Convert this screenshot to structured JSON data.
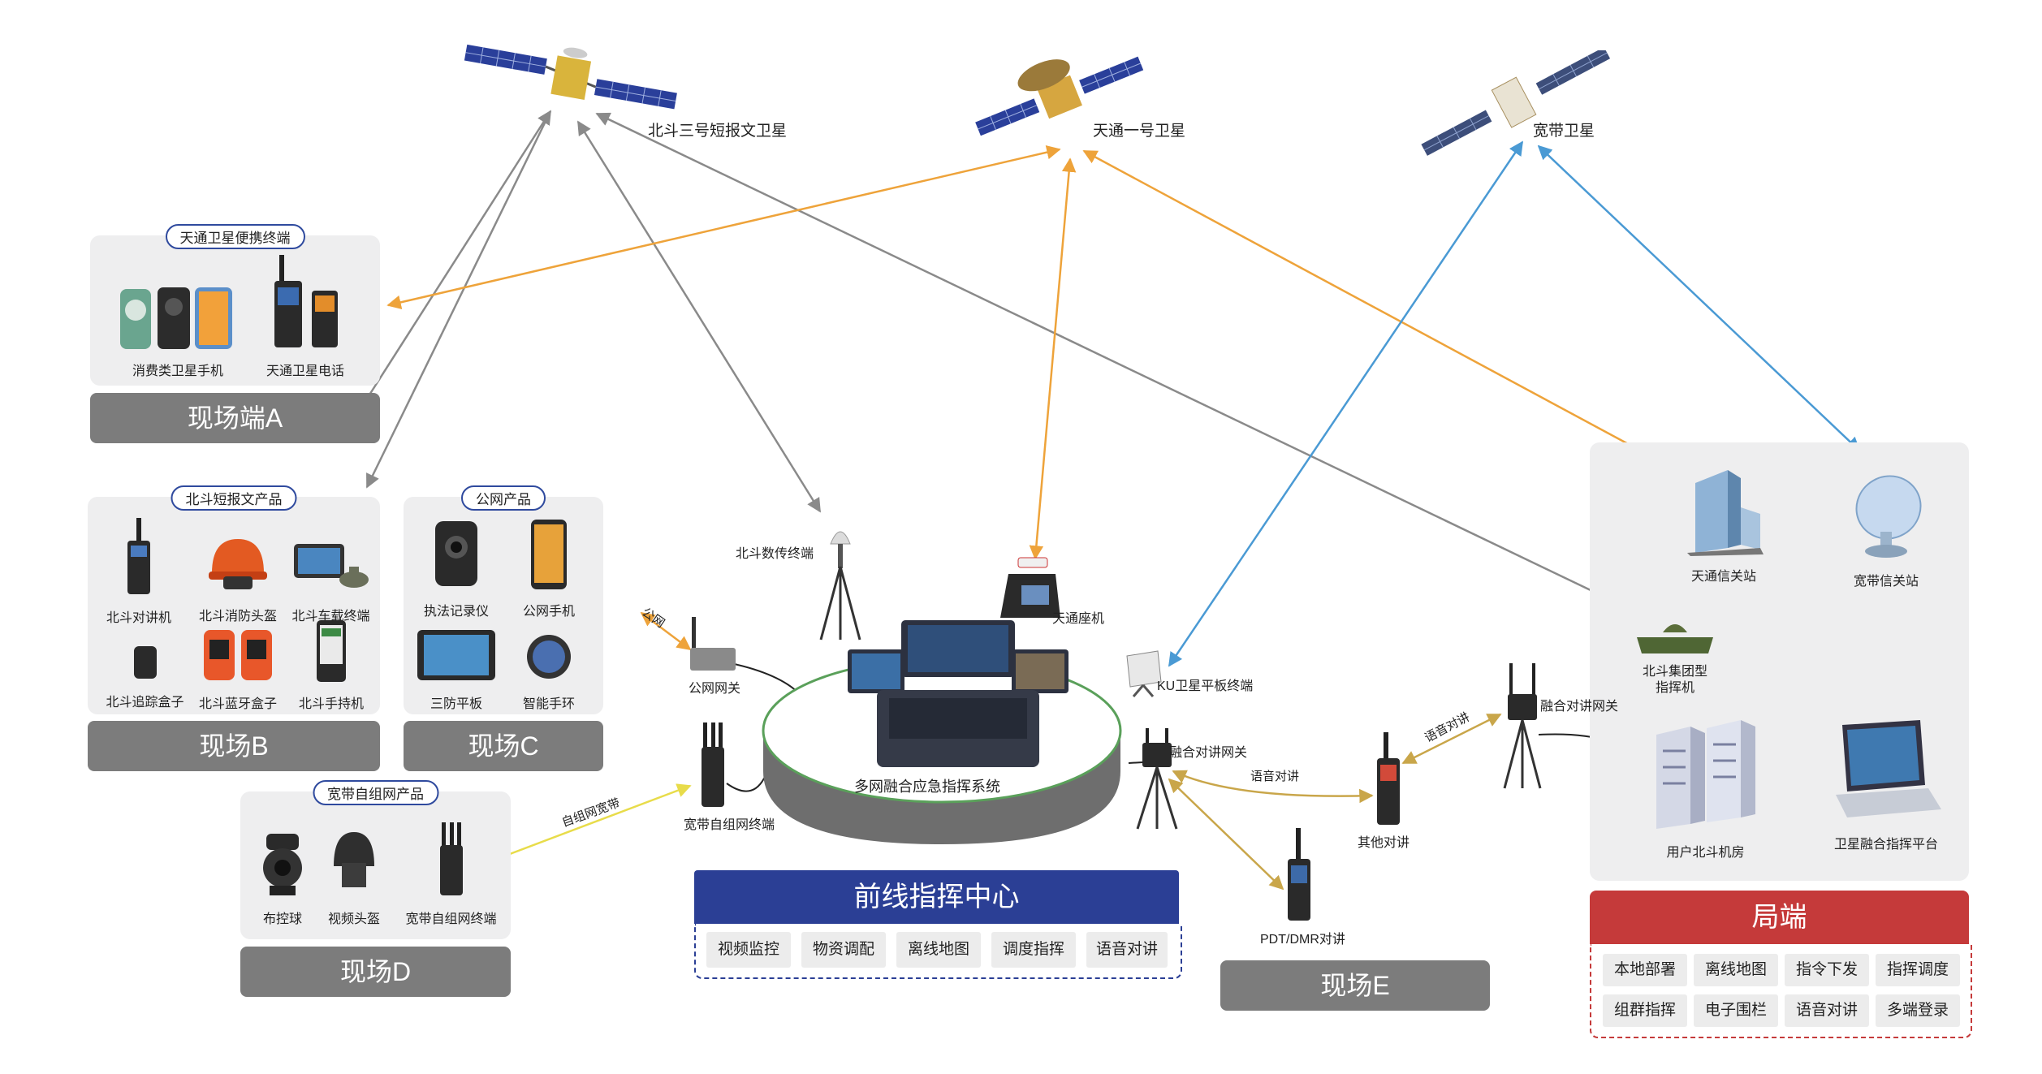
{
  "satellites": {
    "beidou": "北斗三号短报文卫星",
    "tiantong": "天通一号卫星",
    "broadband": "宽带卫星"
  },
  "site_a": {
    "pill": "天通卫星便携终端",
    "items": [
      "消费类卫星手机",
      "天通卫星电话"
    ],
    "zone": "现场端A"
  },
  "site_b": {
    "pill": "北斗短报文产品",
    "items": [
      "北斗对讲机",
      "北斗消防头盔",
      "北斗车载终端",
      "北斗追踪盒子",
      "北斗蓝牙盒子",
      "北斗手持机"
    ],
    "zone": "现场B"
  },
  "site_c": {
    "pill": "公网产品",
    "items": [
      "执法记录仪",
      "公网手机",
      "三防平板",
      "智能手环"
    ],
    "zone": "现场C"
  },
  "site_d": {
    "pill": "宽带自组网产品",
    "items": [
      "布控球",
      "视频头盔",
      "宽带自组网终端"
    ],
    "zone": "现场D"
  },
  "center": {
    "devices": {
      "beidou_terminal": "北斗数传终端",
      "tiantong_phone": "天通座机",
      "public_gateway": "公网网关",
      "ku_terminal": "KU卫星平板终端",
      "mesh_terminal": "宽带自组网终端",
      "fusion_gateway": "融合对讲网关",
      "system": "多网融合应急指挥系统"
    },
    "title": "前线指挥中心",
    "tags": [
      "视频监控",
      "物资调配",
      "离线地图",
      "调度指挥",
      "语音对讲"
    ]
  },
  "link_labels": {
    "public_net": "公网",
    "mesh_broadband": "自组网宽带",
    "voice_1": "语音对讲",
    "voice_2": "语音对讲"
  },
  "site_e": {
    "other_radio": "其他对讲",
    "pdt": "PDT/DMR对讲",
    "zone": "现场E",
    "fusion_gateway": "融合对讲网关"
  },
  "bureau": {
    "items": {
      "tiantong_station": "天通信关站",
      "broadband_station": "宽带信关站",
      "beidou_commander": "北斗集团型\n指挥机",
      "server_room": "用户北斗机房",
      "platform": "卫星融合指挥平台"
    },
    "title": "局端",
    "tags": [
      "本地部署",
      "离线地图",
      "指令下发",
      "指挥调度",
      "组群指挥",
      "电子围栏",
      "语音对讲",
      "多端登录"
    ]
  },
  "colors": {
    "beidou_link": "#8a8a8a",
    "tiantong_link": "#eea33a",
    "broadband_link": "#4a9ad4",
    "mesh_link": "#e8dc4a",
    "local_link": "#c9a64a",
    "zone_gray": "#7c7c7c",
    "center_blue": "#2b3f95",
    "bureau_red": "#c53a3a"
  }
}
